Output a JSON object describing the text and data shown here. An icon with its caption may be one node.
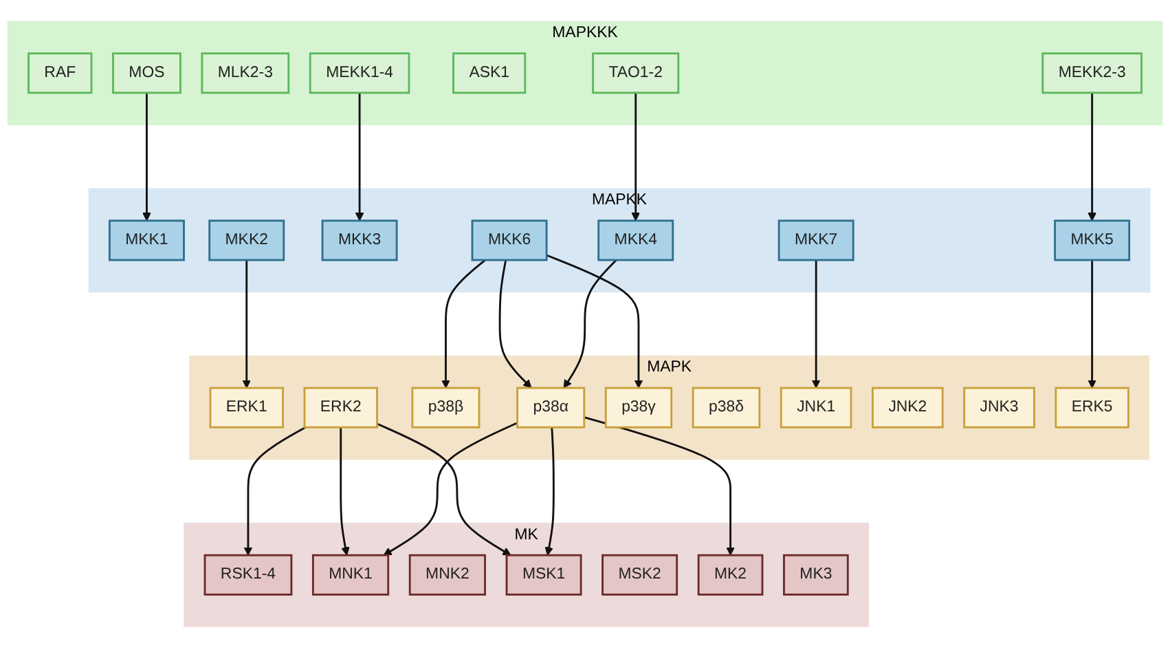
{
  "diagram": {
    "nodes": [
      {
        "text": [
          "MAPKKK"
        ]
      },
      {
        "text": [
          "RAF"
        ],
        "in": 0
      },
      {
        "text": [
          "MOS"
        ],
        "in": 0
      },
      {
        "text": [
          "MLK2-3"
        ],
        "in": 0
      },
      {
        "text": [
          "MEKK1-4"
        ],
        "in": 0
      },
      {
        "text": [
          "ASK1"
        ],
        "in": 0
      },
      {
        "text": [
          "TAO1-2"
        ],
        "in": 0
      },
      {
        "text": [
          "MEKK2-3"
        ],
        "in": 0
      },
      {
        "text": [
          "MAPKK"
        ]
      },
      {
        "text": [
          "MKK1"
        ],
        "in": 8
      },
      {
        "text": [
          "MKK2"
        ],
        "in": 8
      },
      {
        "text": [
          "MKK3"
        ],
        "in": 8
      },
      {
        "text": [
          "MKK6"
        ],
        "in": 8
      },
      {
        "text": [
          "MKK4"
        ],
        "in": 8
      },
      {
        "text": [
          "MKK7"
        ],
        "in": 8
      },
      {
        "text": [
          "MKK5"
        ],
        "in": 8
      },
      {
        "text": [
          "MAPK"
        ]
      },
      {
        "text": [
          "ERK1"
        ],
        "in": 16
      },
      {
        "text": [
          "ERK2"
        ],
        "in": 16
      },
      {
        "text": [
          "p38β"
        ],
        "in": 16
      },
      {
        "text": [
          "p38α"
        ],
        "in": 16
      },
      {
        "text": [
          "p38γ"
        ],
        "in": 16
      },
      {
        "text": [
          "p38δ"
        ],
        "in": 16
      },
      {
        "text": [
          "JNK1"
        ],
        "in": 16
      },
      {
        "text": [
          "JNK2"
        ],
        "in": 16
      },
      {
        "text": [
          "JNK3"
        ],
        "in": 16
      },
      {
        "text": [
          "ERK5"
        ],
        "in": 16
      },
      {
        "text": [
          "MK"
        ]
      },
      {
        "text": [
          "RSK1-4"
        ],
        "in": 27
      },
      {
        "text": [
          "MNK1"
        ],
        "in": 27
      },
      {
        "text": [
          "MNK2"
        ],
        "in": 27
      },
      {
        "text": [
          "MSK1"
        ],
        "in": 27
      },
      {
        "text": [
          "MSK2"
        ],
        "in": 27
      },
      {
        "text": [
          "MK2"
        ],
        "in": 27
      },
      {
        "text": [
          "MK3"
        ],
        "in": 27
      }
    ],
    "edges": [
      {
        "from": 2,
        "to": 9,
        "arrow": "to"
      },
      {
        "from": 4,
        "to": 11,
        "arrow": "to"
      },
      {
        "from": 6,
        "to": 13,
        "arrow": "to"
      },
      {
        "from": 7,
        "to": 15,
        "arrow": "to"
      },
      {
        "from": 10,
        "to": 17,
        "arrow": "to"
      },
      {
        "from": 12,
        "to": 19,
        "arrow": "to"
      },
      {
        "from": 12,
        "to": 20,
        "arrow": "to"
      },
      {
        "from": 12,
        "to": 21,
        "arrow": "to"
      },
      {
        "from": 13,
        "to": 20,
        "arrow": "to"
      },
      {
        "from": 14,
        "to": 23,
        "arrow": "to"
      },
      {
        "from": 15,
        "to": 26,
        "arrow": "to"
      },
      {
        "from": 18,
        "to": 28,
        "arrow": "to"
      },
      {
        "from": 18,
        "to": 29,
        "arrow": "to"
      },
      {
        "from": 18,
        "to": 31,
        "arrow": "to"
      },
      {
        "from": 20,
        "to": 29,
        "arrow": "to"
      },
      {
        "from": 20,
        "to": 31,
        "arrow": "to"
      },
      {
        "from": 20,
        "to": 33,
        "arrow": "to"
      }
    ]
  }
}
